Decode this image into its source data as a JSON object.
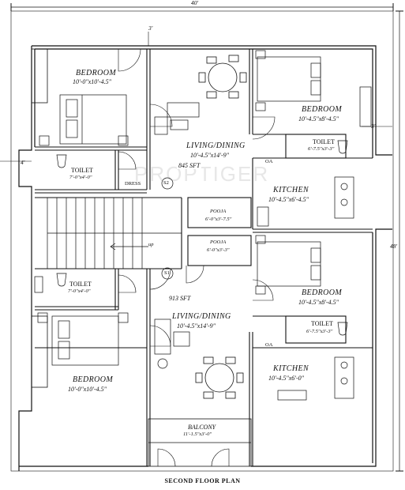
{
  "title": "SECOND FLOOR PLAN",
  "watermark": "PROPTIGER",
  "dims": {
    "overall_width": "40'",
    "overall_depth": "48'",
    "top_offset": "3'",
    "left_offset": "4'",
    "right_offset": "3'"
  },
  "upper_unit": {
    "area": "845 SFT",
    "bedroom1": {
      "name": "BEDROOM",
      "size": "10'-0\"x10'-4.5\""
    },
    "bedroom2": {
      "name": "BEDROOM",
      "size": "10'-4.5\"x8'-4.5\""
    },
    "living": {
      "name": "LIVING/DINING",
      "size": "10'-4.5\"x14'-9\""
    },
    "toilet1": {
      "name": "TOILET",
      "size": "7'-0\"x4'-0\""
    },
    "toilet2": {
      "name": "TOILET",
      "size": "6'-7.5\"x3'-3\""
    },
    "dress": "DRESS",
    "kitchen": {
      "name": "KITCHEN",
      "size": "10'-4.5\"x6'-4.5\""
    },
    "pooja": {
      "name": "POOJA",
      "size": "6'-0\"x3'-7.5\""
    },
    "oa": "OA",
    "stair_tag": "S2"
  },
  "lower_unit": {
    "area": "913 SFT",
    "bedroom1": {
      "name": "BEDROOM",
      "size": "10'-0\"x10'-4.5\""
    },
    "bedroom2": {
      "name": "BEDROOM",
      "size": "10'-4.5\"x8'-4.5\""
    },
    "living": {
      "name": "LIVING/DINING",
      "size": "10'-4.5\"x14'-9\""
    },
    "toilet1": {
      "name": "TOILET",
      "size": "7'-0\"x4'-0\""
    },
    "toilet2": {
      "name": "TOILET",
      "size": "6'-7.5\"x3'-3\""
    },
    "kitchen": {
      "name": "KITCHEN",
      "size": "10'-4.5\"x6'-0\""
    },
    "pooja": {
      "name": "POOJA",
      "size": "6'-0\"x3'-3\""
    },
    "oa": "OA",
    "stair_tag": "S1"
  },
  "stair_label": "up",
  "balcony": {
    "name": "BALCONY",
    "size": "11'-1.5\"x3'-0\""
  }
}
